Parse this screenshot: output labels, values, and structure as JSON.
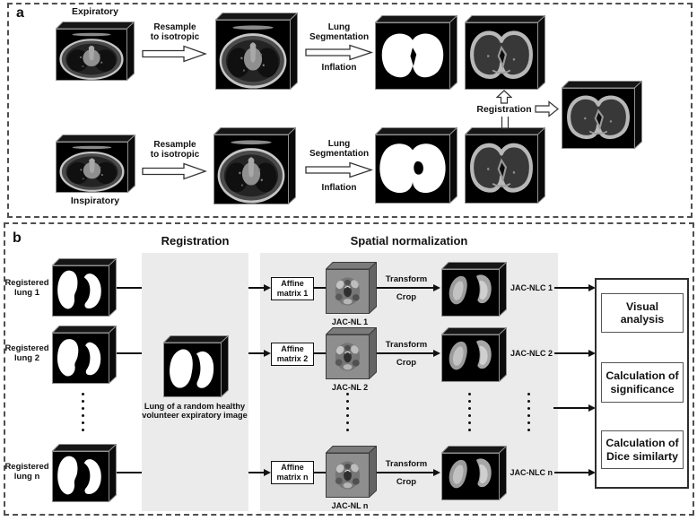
{
  "panel_a": {
    "label": "a",
    "expiratory_title": "Expiratory",
    "inspiratory_title": "Inspiratory",
    "resample_line1": "Resample",
    "resample_line2": "to isotropic",
    "segmentation_line1": "Lung",
    "segmentation_line2": "Segmentation",
    "inflation_label": "Inflation",
    "registration_label": "Registration"
  },
  "panel_b": {
    "label": "b",
    "registration_header": "Registration",
    "normalization_header": "Spatial normalization",
    "healthy_caption_line1": "Lung of a random healthy",
    "healthy_caption_line2": "volunteer expiratory image",
    "transform_label": "Transform",
    "crop_label": "Crop",
    "rows": [
      {
        "source_line1": "Registered",
        "source_line2": "lung 1",
        "affine_line1": "Affine",
        "affine_line2": "matrix 1",
        "jacnl_label": "JAC-NL 1",
        "jacnlc_label": "JAC-NLC 1"
      },
      {
        "source_line1": "Registered",
        "source_line2": "lung 2",
        "affine_line1": "Affine",
        "affine_line2": "matrix 2",
        "jacnl_label": "JAC-NL 2",
        "jacnlc_label": "JAC-NLC 2"
      },
      {
        "source_line1": "Registered",
        "source_line2": "lung n",
        "affine_line1": "Affine",
        "affine_line2": "matrix n",
        "jacnl_label": "JAC-NL n",
        "jacnlc_label": "JAC-NLC n"
      }
    ],
    "results": [
      {
        "line1": "Visual",
        "line2": "analysis"
      },
      {
        "line1": "Calculation of",
        "line2": "significance"
      },
      {
        "line1": "Calculation of",
        "line2": "Dice similarty"
      }
    ],
    "colors": {
      "column_bg": "#ebebeb",
      "cube_face": "#000000",
      "mask": "#ffffff"
    }
  }
}
